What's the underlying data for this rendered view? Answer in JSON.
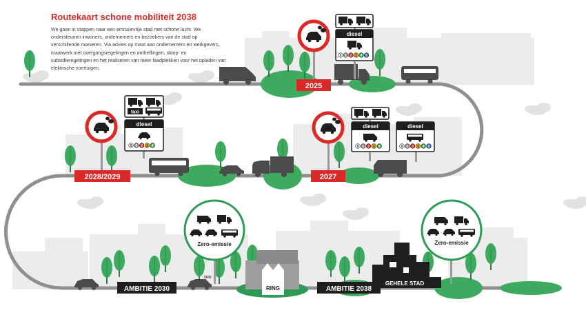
{
  "header": {
    "title": "Routekaart schone mobiliteit 2038",
    "intro": "We gaan in stappen naar een emissievrije stad met schone lucht. We ondersteunen inwoners, ondernemers en bezoekers van de stad op verschillende manieren. Via advies op maat aan ondernemers en werkgevers, maatwerk met overgangsregelingen en ontheffingen, sloop- en subsidieregelingen en het realiseren van meer laadplekken voor het opladen van elektrische voertuigen."
  },
  "milestones": {
    "m2025": "2025",
    "m2027": "2027",
    "m2028": "2028/2029",
    "ambitie2030": "AMBITIE 2030",
    "ambitie2038": "AMBITIE 2038"
  },
  "signs": {
    "diesel": "diesel",
    "taxi": "taxi",
    "zero_emissie": "Zero-emissie",
    "euro_2025": [
      "0",
      "1",
      "2",
      "3",
      "4",
      "5"
    ],
    "euro_2027": [
      "0",
      "1",
      "2",
      "3",
      "4"
    ],
    "euro_2027_bus": [
      "0",
      "1",
      "2",
      "3",
      "4",
      "5"
    ],
    "euro_2028": [
      "0",
      "1",
      "2",
      "3",
      "4"
    ]
  },
  "zones": {
    "ring": "RING",
    "gehele_stad": "GEHELE STAD"
  },
  "vehicle_labels": {
    "taxi": "TAXI"
  },
  "colors": {
    "accent_red": "#d92a27",
    "road_grey": "#8f8f8f",
    "tree_green": "#3daa5f",
    "dark": "#1e1e1e",
    "zone_green": "#2e9a55"
  }
}
